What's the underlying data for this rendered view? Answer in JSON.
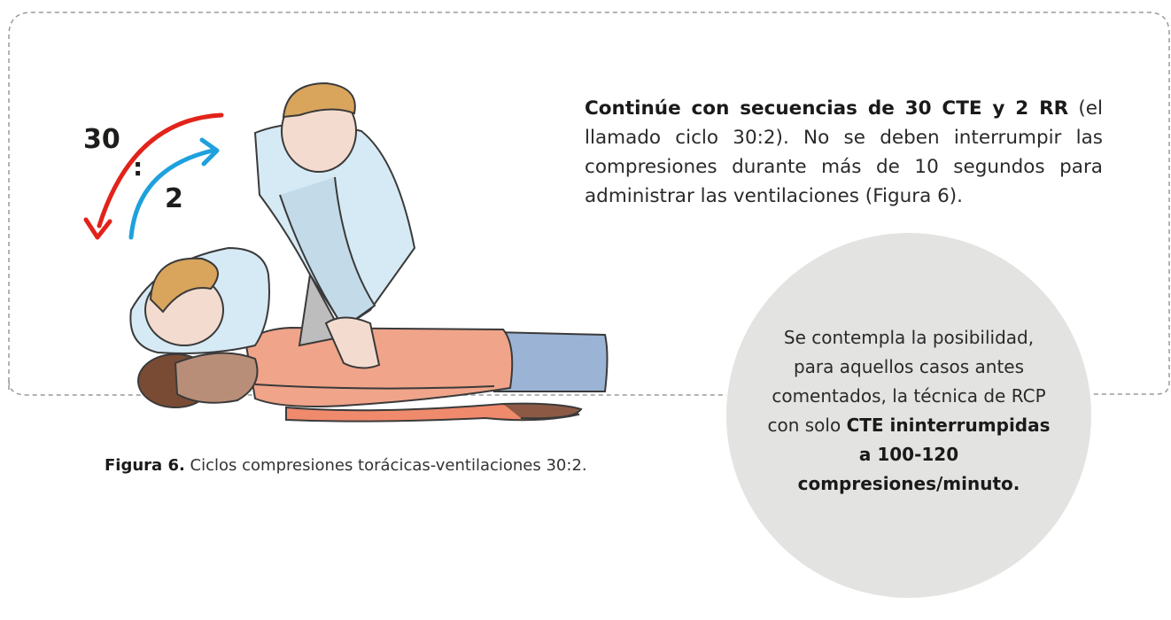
{
  "figure": {
    "cycle_top": "30",
    "cycle_sep": ":",
    "cycle_bottom": "2",
    "colors": {
      "compressions_arrow": "#e2231a",
      "ventilations_arrow": "#1ea1dd",
      "frame_dash": "#9a9a9a"
    }
  },
  "intro": {
    "bold_part": "Continúe con secuencias de 30 CTE y 2 RR",
    "rest": " (el llamado ciclo 30:2). No se deben interrumpir las compresiones durante más de 10 segundos para administrar las ventilaciones (Figura 6)."
  },
  "caption": {
    "label": "Figura 6.",
    "text": " Ciclos compresiones torácicas-ventilaciones 30:2."
  },
  "note": {
    "text": "Se contempla la posibilidad, para aquellos casos antes comentados, la técnica de RCP con solo ",
    "bold": "CTE ininterrumpidas a 100-120 compresiones/minuto."
  }
}
